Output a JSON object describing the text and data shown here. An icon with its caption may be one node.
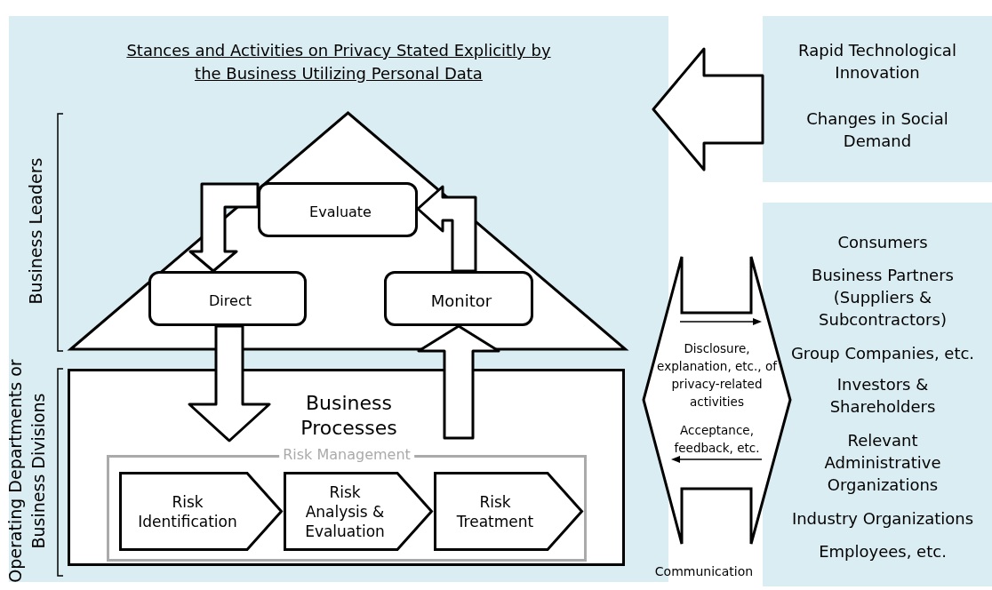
{
  "diagram": {
    "nodes": [
      {
        "text": [
          "Stances and Activities on Privacy Stated Explicitly by the Business Utilizing Personal Data"
        ]
      },
      {
        "text": [],
        "shape": "triangle",
        "in": 0
      },
      {
        "text": [
          "Evaluate"
        ],
        "in": 1
      },
      {
        "text": [
          "Direct"
        ],
        "in": 1
      },
      {
        "text": [
          "Monitor"
        ],
        "in": 1
      },
      {
        "text": [
          "Business Processes"
        ],
        "in": 0
      },
      {
        "text": [
          "Risk Management"
        ],
        "in": 5
      },
      {
        "text": [
          "Risk Identification"
        ],
        "in": 6
      },
      {
        "text": [
          "Risk Analysis & Evaluation"
        ],
        "in": 6
      },
      {
        "text": [
          "Risk Treatment"
        ],
        "in": 6
      },
      {
        "text": [
          "Rapid Technological Innovation",
          "Changes in Social Demand"
        ]
      },
      {
        "text": [
          "Consumers",
          "Business Partners (Suppliers & Subcontractors)",
          "Group Companies, etc.",
          "Investors & Shareholders",
          "Relevant Administrative Organizations",
          "Industry Organizations",
          "Employees, etc."
        ]
      },
      {
        "text": [
          "Disclosure, explanation, etc., of privacy-related activities",
          "Acceptance, feedback, etc."
        ]
      }
    ],
    "edges": [
      {
        "from": 2,
        "to": 3,
        "arrow": "to"
      },
      {
        "from": 4,
        "to": 2,
        "arrow": "to"
      },
      {
        "from": 3,
        "to": 5,
        "arrow": "to"
      },
      {
        "from": 5,
        "to": 4,
        "arrow": "to"
      },
      {
        "from": 10,
        "to": 0,
        "arrow": "to"
      }
    ],
    "labels": [
      "Business Leaders",
      "Operating Departments or Business Divisions",
      "Communication"
    ]
  }
}
